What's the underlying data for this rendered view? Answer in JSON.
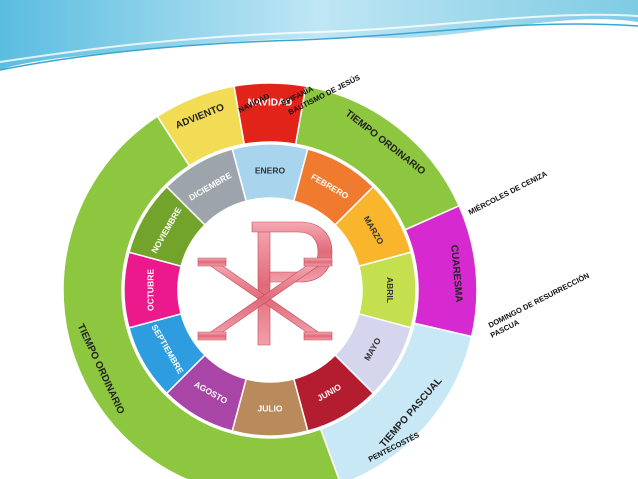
{
  "seasons": [
    {
      "label": "ADVIENTO",
      "color": "#f3dc55"
    },
    {
      "label": "NAVIDAD",
      "color": "#e2231a"
    },
    {
      "label": "TIEMPO ORDINARIO",
      "color": "#8dc63f"
    },
    {
      "label": "CUARESMA",
      "color": "#d62ad0"
    },
    {
      "label": "TIEMPO PASCUAL",
      "color": "#c9e8f6"
    },
    {
      "label": "TIEMPO ORDINARIO",
      "color": "#8dc63f"
    }
  ],
  "months": [
    {
      "label": "ENERO",
      "color": "#a8d4ee"
    },
    {
      "label": "FEBRERO",
      "color": "#f07a2e"
    },
    {
      "label": "MARZO",
      "color": "#f9b52b"
    },
    {
      "label": "ABRIL",
      "color": "#c5e04e"
    },
    {
      "label": "MAYO",
      "color": "#d5d6ee"
    },
    {
      "label": "JUNIO",
      "color": "#b41d2f"
    },
    {
      "label": "JULIO",
      "color": "#b98a5c"
    },
    {
      "label": "AGOSTO",
      "color": "#a945a6"
    },
    {
      "label": "SEPTIEMBRE",
      "color": "#2e9de0"
    },
    {
      "label": "OCTUBRE",
      "color": "#ec198c"
    },
    {
      "label": "NOVIEMBRE",
      "color": "#72a32a"
    },
    {
      "label": "DICIEMBRE",
      "color": "#9ea4ab"
    }
  ],
  "outer_labels": {
    "navidad": "NAVIDAD",
    "epifania": "EPIFANÍA",
    "bautismo": "BAUTISMO DE JESÚS",
    "miercoles": "MIÉRCOLES DE CENIZA",
    "resurreccion": "DOMINGO DE RESURRECCIÓN",
    "pascua": "PASCUA",
    "pentecostes": "PENTECOSTÉS"
  },
  "center_symbol": "chi-rho-icon",
  "colors": {
    "ring_gap": "#ffffff",
    "symbol": "#e07a86",
    "wave_top": "#7fcbe4"
  }
}
